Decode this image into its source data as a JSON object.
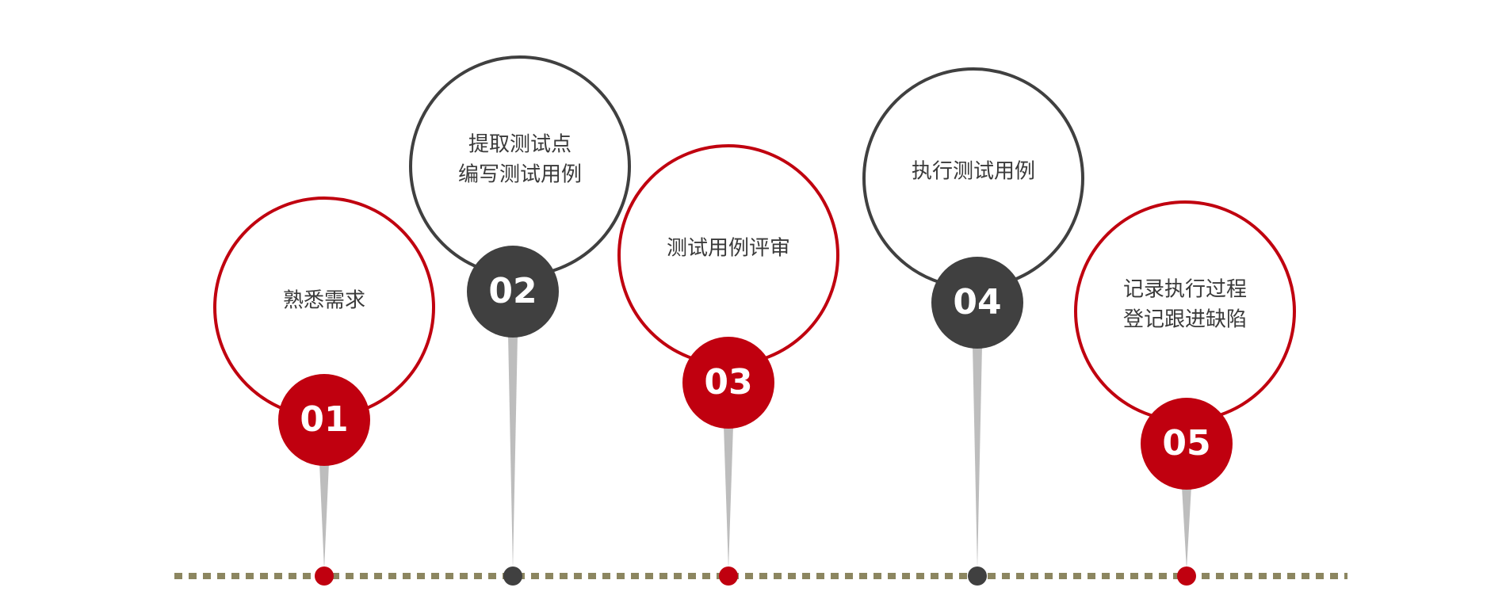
{
  "colors": {
    "accent": "#c0000f",
    "dark": "#404040",
    "stem": "#bdbdbd",
    "timeline": "#8c8660",
    "background": "#ffffff"
  },
  "steps": [
    {
      "number": "01",
      "theme": "accent",
      "lines": [
        "熟悉需求"
      ]
    },
    {
      "number": "02",
      "theme": "dark",
      "lines": [
        "提取测试点",
        "编写测试用例"
      ]
    },
    {
      "number": "03",
      "theme": "accent",
      "lines": [
        "测试用例评审"
      ]
    },
    {
      "number": "04",
      "theme": "dark",
      "lines": [
        "执行测试用例"
      ]
    },
    {
      "number": "05",
      "theme": "accent",
      "lines": [
        "记录执行过程",
        "登记跟进缺陷"
      ]
    }
  ]
}
